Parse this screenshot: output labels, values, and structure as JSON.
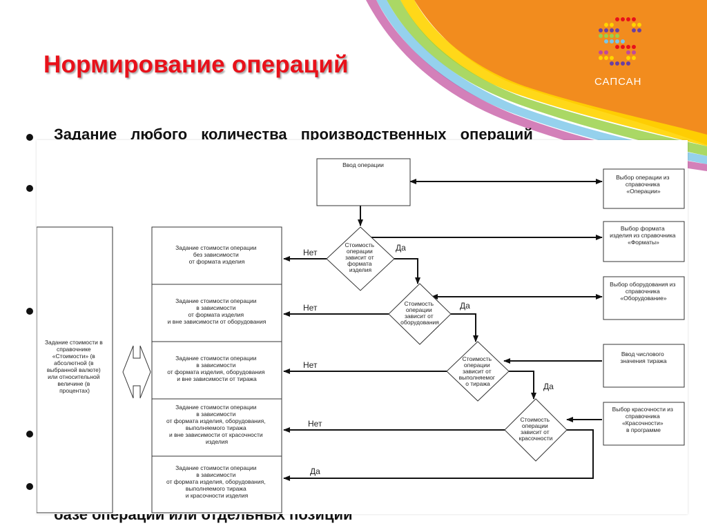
{
  "slide": {
    "title": "Нормирование операций",
    "background_text_top": "Задание любого количества производственных операций",
    "background_text_bottom": "базе операций или отдельных позиций"
  },
  "logo": {
    "label": "САПСАН",
    "orange": "#f28c1e"
  },
  "colors": {
    "title": "#e8111a",
    "background_orange": "#f28c1e"
  },
  "diagram": {
    "process_boxes": {
      "input_op": "Ввод операции",
      "directory_cost": [
        "Задание стоимости в",
        "справочнике",
        "«Стоимости» (в",
        "абсолютной (в",
        "выбранной валюте)",
        "или относительной",
        "величине (в",
        "процентах)"
      ]
    },
    "result_boxes": [
      [
        "Задание стоимости операции",
        "без зависимости",
        "от формата изделия"
      ],
      [
        "Задание стоимости операции",
        "в  зависимости",
        "от формата изделия",
        "и вне зависимости от оборудования"
      ],
      [
        "Задание стоимости операции",
        "в  зависимости",
        "от формата изделия, оборудования",
        "и вне зависимости от тиража"
      ],
      [
        "Задание стоимости операции",
        "в  зависимости",
        "от формата изделия, оборудования,",
        "выполняемого тиража",
        "и вне зависимости от красочности",
        "изделия"
      ],
      [
        "Задание стоимости операции",
        "в  зависимости",
        "от формата изделия, оборудования,",
        "выполняемого тиража",
        "и красочности изделия"
      ]
    ],
    "decisions": [
      [
        "Стоимость",
        "операции",
        "зависит от",
        "формата",
        "изделия"
      ],
      [
        "Стоимость",
        "операции",
        "зависит от",
        "оборудования"
      ],
      [
        "Стоимость",
        "операции",
        "зависит от",
        "выполняемог",
        "о тиража"
      ],
      [
        "Стоимость",
        "операции",
        "зависит от",
        "красочности"
      ]
    ],
    "side_boxes": [
      [
        "Выбор операции  из",
        "справочника",
        "«Операции»"
      ],
      [
        "Выбор формата",
        "изделия из справочника",
        "«Форматы»"
      ],
      [
        "Выбор оборудования из",
        "справочника",
        "«Оборудование»"
      ],
      [
        "Ввод числового",
        "значения тиража"
      ],
      [
        "Выбор красочности из",
        "справочника",
        "«Красочности»",
        "в программе"
      ]
    ],
    "labels": {
      "yes": "Да",
      "no": "Нет"
    }
  }
}
